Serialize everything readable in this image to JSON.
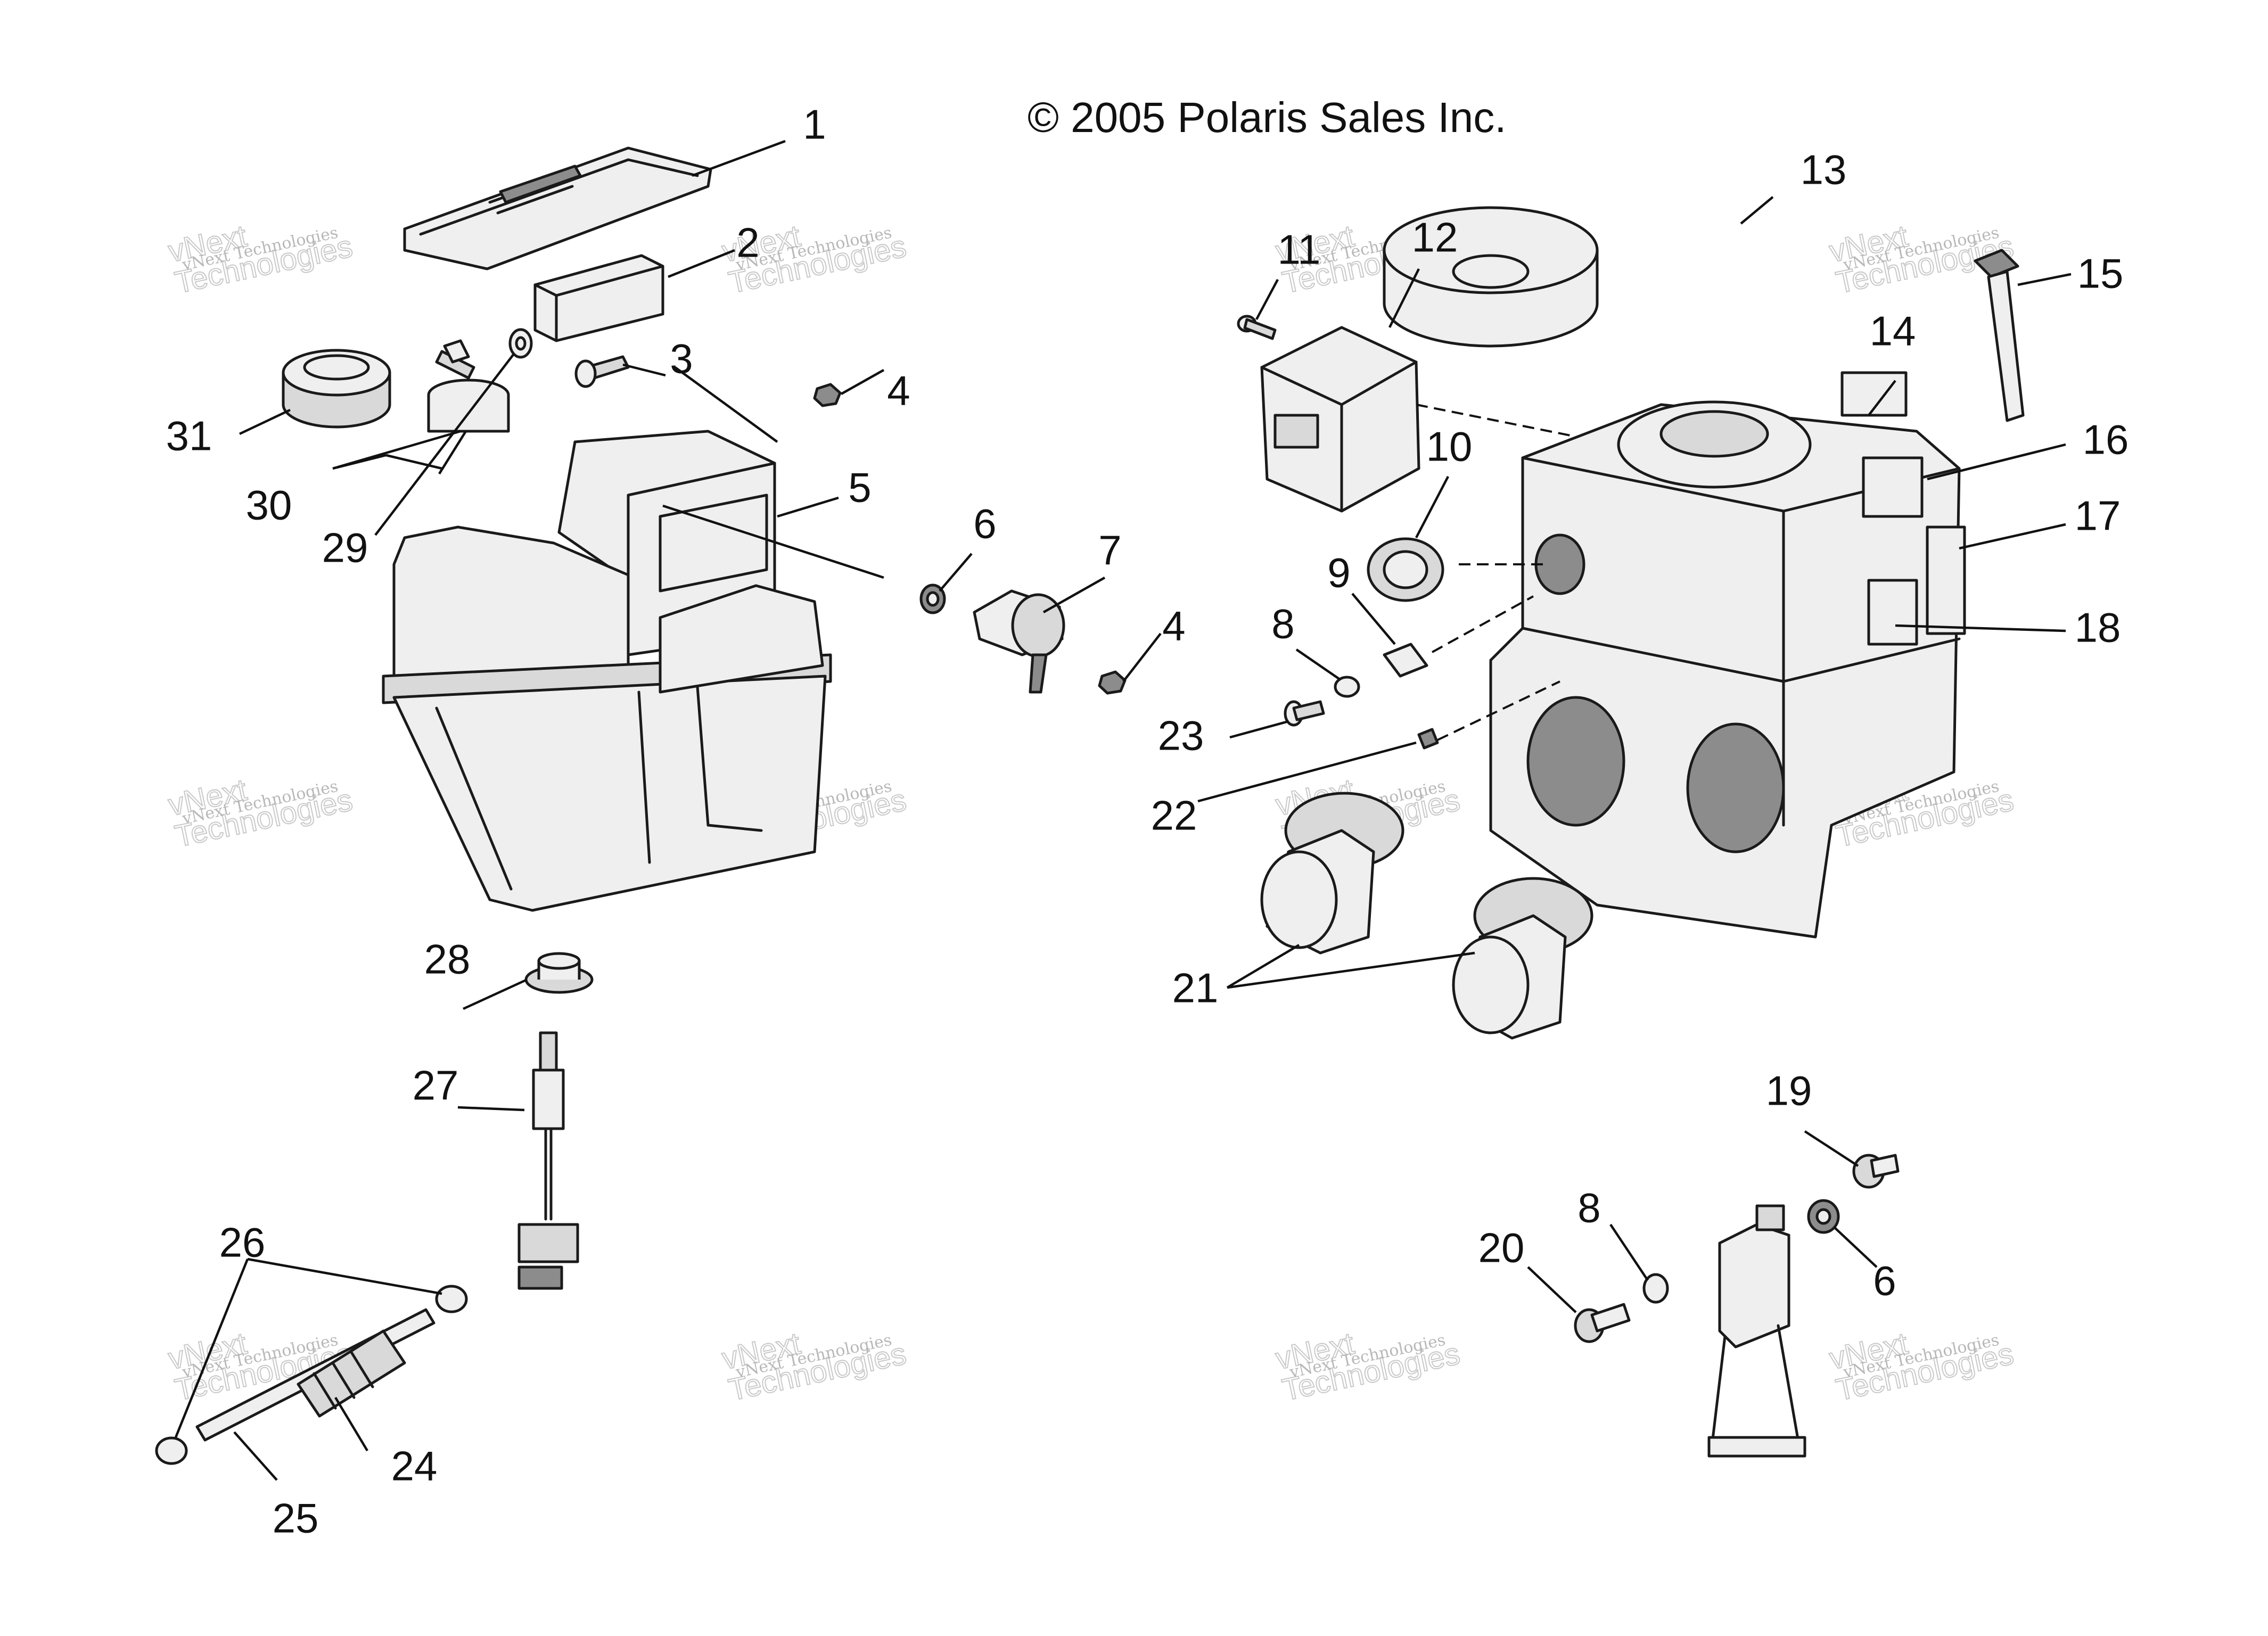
{
  "copyright": "© 2005 Polaris Sales Inc.",
  "watermark": {
    "line_small": "vNext Technologies",
    "word_big": "Technologies",
    "word_top": "vNext"
  },
  "callouts": [
    {
      "id": "c1",
      "text": "1"
    },
    {
      "id": "c2",
      "text": "2"
    },
    {
      "id": "c3",
      "text": "3"
    },
    {
      "id": "c4a",
      "text": "4"
    },
    {
      "id": "c4b",
      "text": "4"
    },
    {
      "id": "c5",
      "text": "5"
    },
    {
      "id": "c6a",
      "text": "6"
    },
    {
      "id": "c6b",
      "text": "6"
    },
    {
      "id": "c7",
      "text": "7"
    },
    {
      "id": "c8a",
      "text": "8"
    },
    {
      "id": "c8b",
      "text": "8"
    },
    {
      "id": "c9",
      "text": "9"
    },
    {
      "id": "c10",
      "text": "10"
    },
    {
      "id": "c11",
      "text": "11"
    },
    {
      "id": "c12",
      "text": "12"
    },
    {
      "id": "c13",
      "text": "13"
    },
    {
      "id": "c14",
      "text": "14"
    },
    {
      "id": "c15",
      "text": "15"
    },
    {
      "id": "c16",
      "text": "16"
    },
    {
      "id": "c17",
      "text": "17"
    },
    {
      "id": "c18",
      "text": "18"
    },
    {
      "id": "c19",
      "text": "19"
    },
    {
      "id": "c20",
      "text": "20"
    },
    {
      "id": "c21",
      "text": "21"
    },
    {
      "id": "c22",
      "text": "22"
    },
    {
      "id": "c23",
      "text": "23"
    },
    {
      "id": "c24",
      "text": "24"
    },
    {
      "id": "c25",
      "text": "25"
    },
    {
      "id": "c26",
      "text": "26"
    },
    {
      "id": "c27",
      "text": "27"
    },
    {
      "id": "c28",
      "text": "28"
    },
    {
      "id": "c29",
      "text": "29"
    },
    {
      "id": "c30",
      "text": "30"
    },
    {
      "id": "c31",
      "text": "31"
    }
  ]
}
